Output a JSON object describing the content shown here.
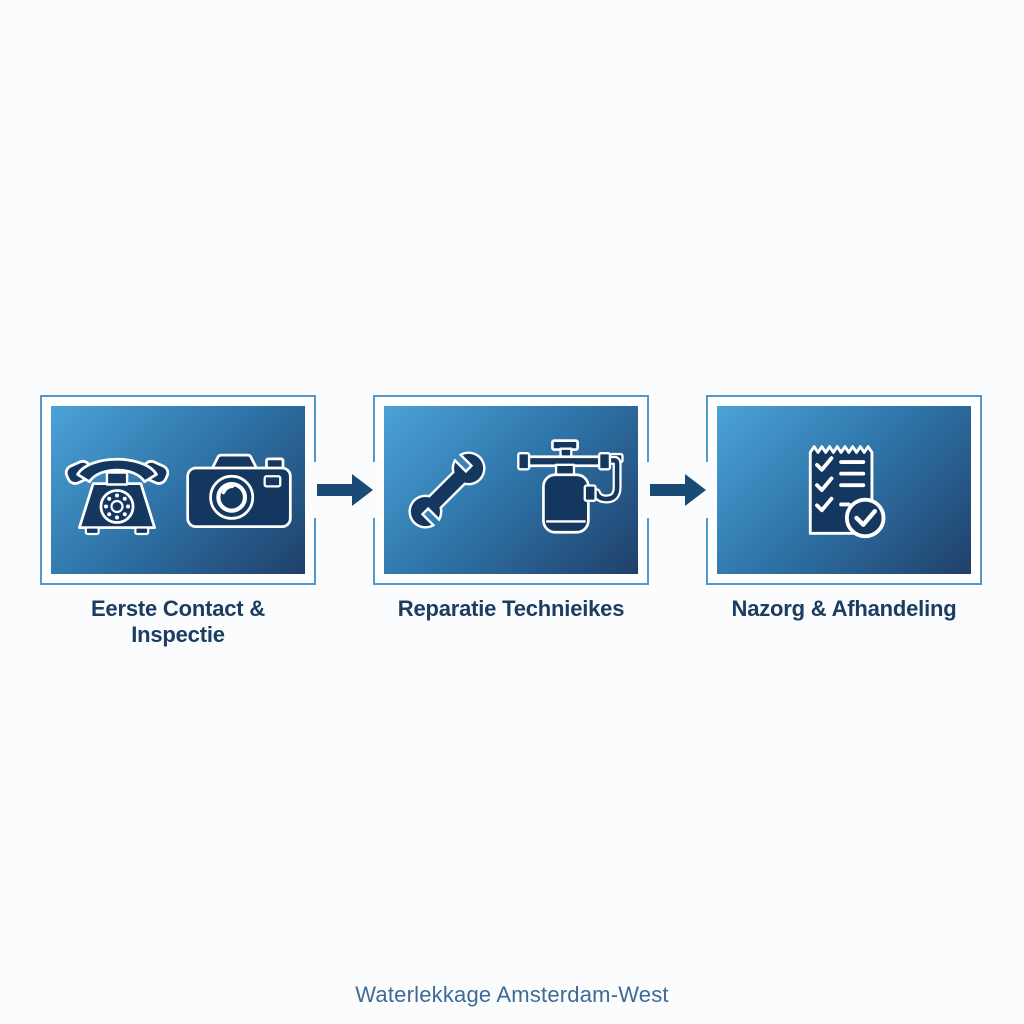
{
  "flow": {
    "steps": [
      {
        "label": "Eerste Contact & Inspectie",
        "icons": [
          "rotary-phone-icon",
          "camera-icon"
        ]
      },
      {
        "label": "Reparatie Technieikes",
        "icons": [
          "wrench-icon",
          "pressure-sprayer-icon"
        ]
      },
      {
        "label": "Nazorg & Afhandeling",
        "icons": [
          "checklist-icon"
        ]
      }
    ],
    "arrow_count": 2,
    "colors": {
      "panel_gradient_start": "#4ca2d8",
      "panel_gradient_end": "#20406a",
      "panel_border": "#5597c9",
      "icon_fill": "#14375f",
      "icon_outline": "#ffffff",
      "arrow": "#1a4b74",
      "label_text": "#1c3d61",
      "caption_text": "#3e6b95",
      "background": "#fbfcfe"
    }
  },
  "caption": "Waterlekkage Amsterdam-West"
}
